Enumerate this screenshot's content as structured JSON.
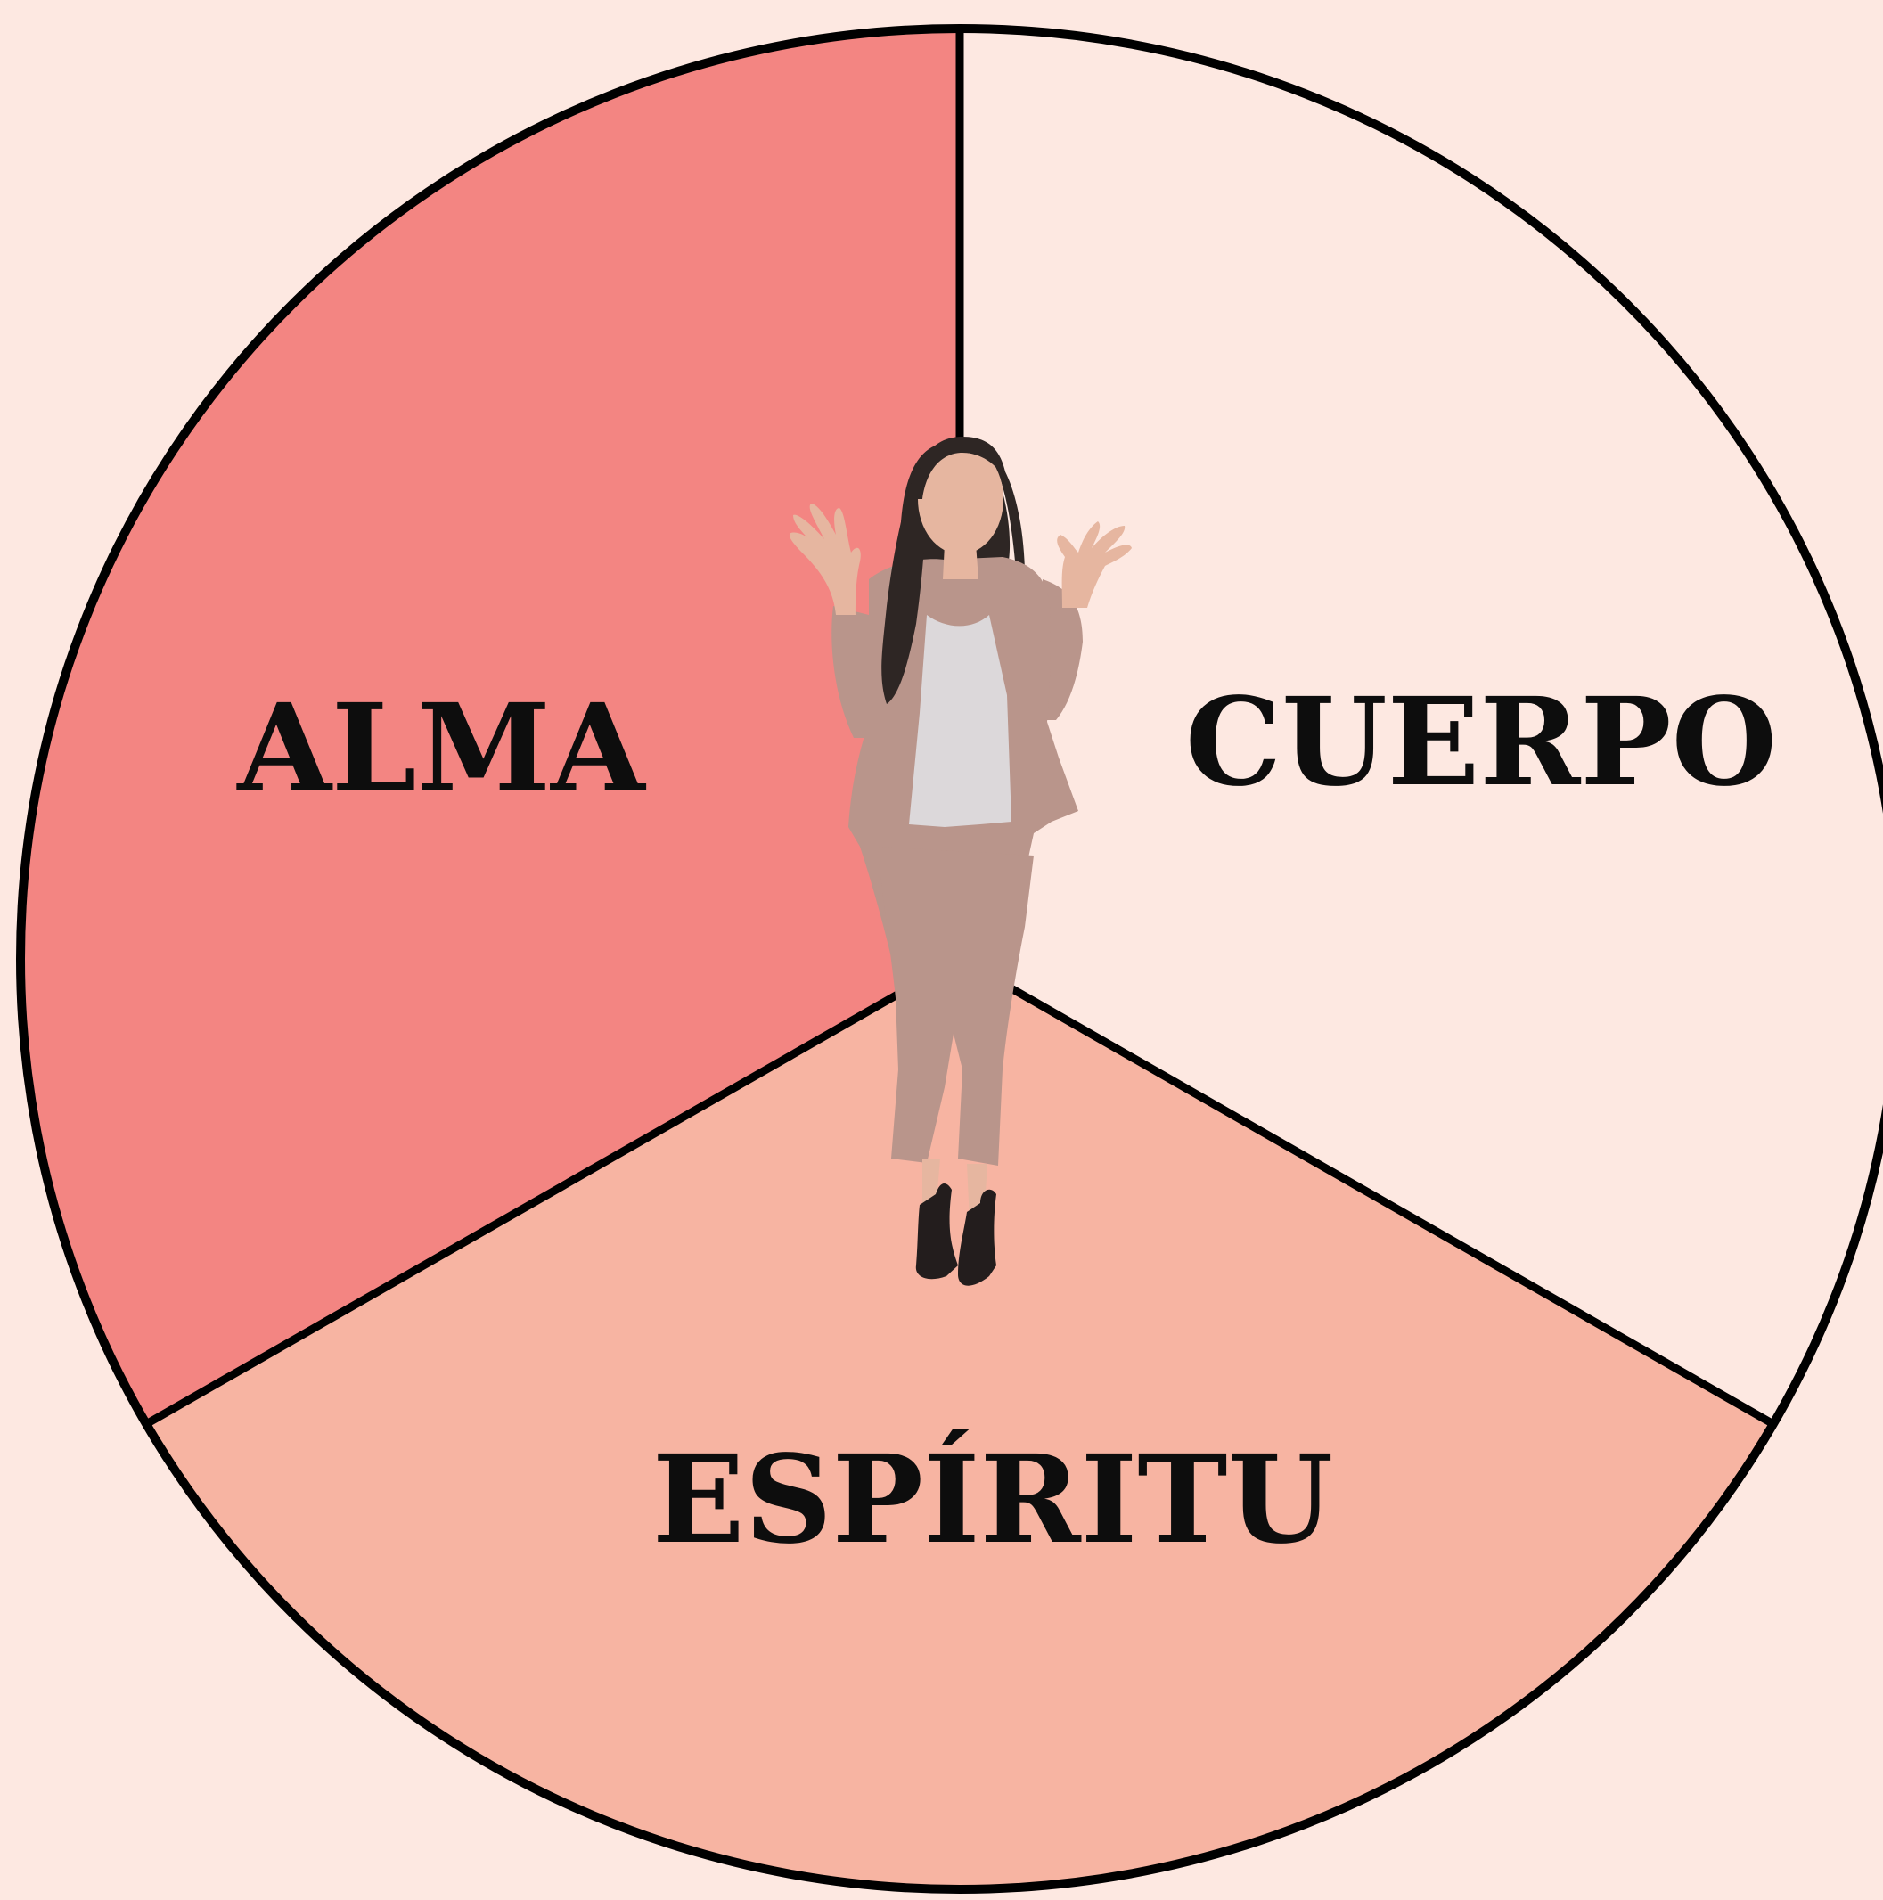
{
  "diagram": {
    "background_color": "#fde8e1",
    "outline_color": "#000000",
    "segments": [
      {
        "key": "alma",
        "label": "ALMA",
        "color": "#f38582"
      },
      {
        "key": "cuerpo",
        "label": "CUERPO",
        "color": "#fde8e1"
      },
      {
        "key": "espiritu",
        "label": "ESPÍRITU",
        "color": "#f7b4a2"
      }
    ],
    "figure": {
      "icon": "woman-in-pink-suit-icon",
      "colors": {
        "hair": "#2e2624",
        "skin": "#e6b6a0",
        "suit": "#b9958b",
        "blouse": "#dcd8da",
        "shoes": "#231d1d"
      }
    }
  }
}
